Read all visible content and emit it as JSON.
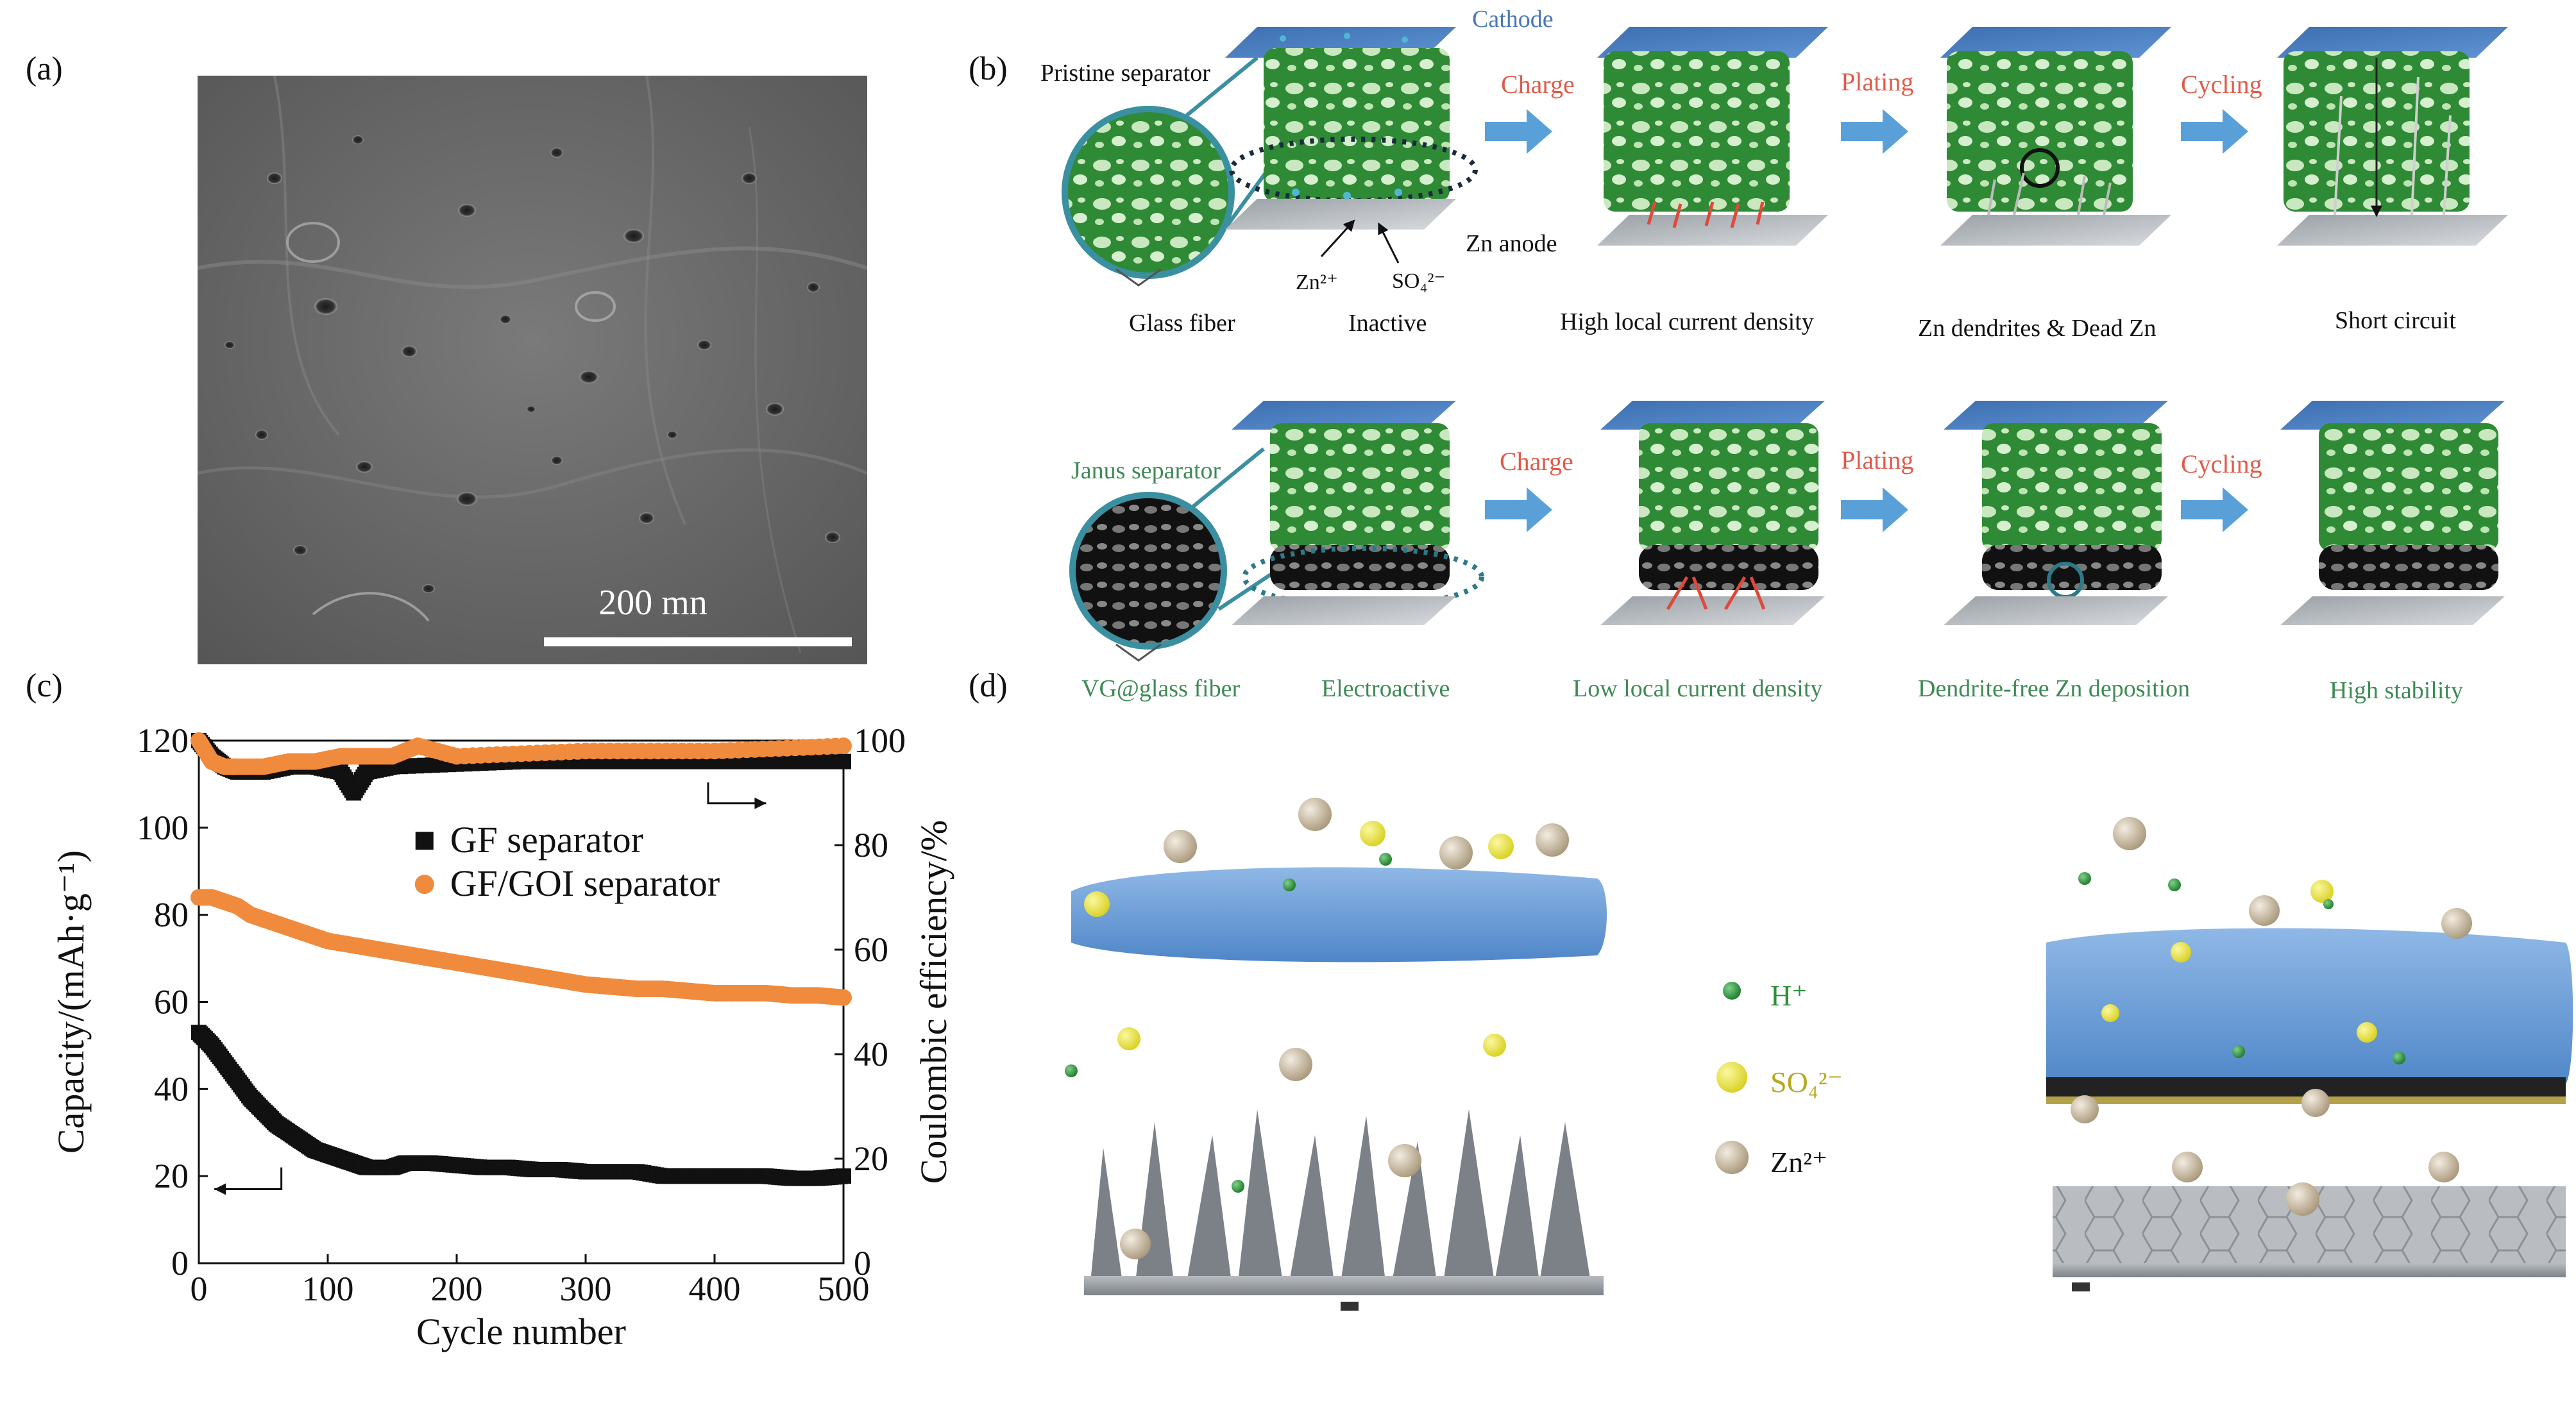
{
  "panel_labels": {
    "a": "(a)",
    "b": "(b)",
    "c": "(c)",
    "d": "(d)"
  },
  "panel_a": {
    "scale_bar": "200 mn"
  },
  "panel_b": {
    "top": {
      "cathode": "Cathode",
      "separator_title": "Pristine separator",
      "fiber_label": "Glass fiber",
      "zn_ion": "Zn²⁺",
      "so4_ion": "SO₄²⁻",
      "zn_anode": "Zn anode",
      "arrows": [
        "Charge",
        "Plating",
        "Cycling"
      ],
      "captions": [
        "Inactive",
        "High local current density",
        "Zn dendrites & Dead Zn",
        "Short circuit"
      ]
    },
    "bottom": {
      "separator_title": "Janus separator",
      "fiber_label": "VG@glass fiber",
      "arrows": [
        "Charge",
        "Plating",
        "Cycling"
      ],
      "captions": [
        "Electroactive",
        "Low local current density",
        "Dendrite-free Zn deposition",
        "High stability"
      ]
    },
    "colors": {
      "green": "#3b9a3f",
      "blue": "#4a78b8",
      "arrow": "#5aa0d8",
      "red_text": "#e05a4a",
      "green_text": "#3e8a55"
    }
  },
  "chart_data": {
    "type": "scatter",
    "xlabel": "Cycle number",
    "ylabel": "Capacity/(mAh·g⁻¹)",
    "y2label": "Coulombic efficiency/%",
    "xlim": [
      0,
      500
    ],
    "ylim": [
      0,
      120
    ],
    "y2lim": [
      0,
      100
    ],
    "xticks": [
      0,
      100,
      200,
      300,
      400,
      500
    ],
    "yticks": [
      0,
      20,
      40,
      60,
      80,
      100,
      120
    ],
    "y2ticks": [
      0,
      20,
      40,
      60,
      80,
      100
    ],
    "legend": [
      "GF separator",
      "GF/GOI separator"
    ],
    "legend_placement": "upper-center",
    "series": [
      {
        "name": "GF separator",
        "axis": "left",
        "marker": "square",
        "color": "#111111",
        "x": [
          0,
          10,
          20,
          30,
          40,
          50,
          60,
          70,
          80,
          90,
          100,
          110,
          120,
          130,
          140,
          150,
          160,
          170,
          180,
          200,
          220,
          240,
          260,
          280,
          300,
          320,
          340,
          360,
          380,
          400,
          420,
          440,
          460,
          480,
          500
        ],
        "y": [
          53,
          50,
          46,
          42,
          38,
          35,
          32,
          30,
          28,
          26,
          25,
          24,
          23,
          22,
          22,
          22,
          23,
          23,
          23,
          22.5,
          22,
          22,
          21.5,
          21.5,
          21,
          21,
          21,
          20,
          20,
          20,
          20,
          20,
          19.5,
          19.5,
          20
        ]
      },
      {
        "name": "GF/GOI separator",
        "axis": "left",
        "marker": "circle",
        "color": "#f08a3c",
        "x": [
          0,
          10,
          20,
          30,
          40,
          50,
          60,
          70,
          80,
          90,
          100,
          120,
          140,
          160,
          180,
          200,
          220,
          240,
          260,
          280,
          300,
          320,
          340,
          360,
          380,
          400,
          420,
          440,
          460,
          480,
          500
        ],
        "y": [
          84,
          84,
          83,
          82,
          80,
          79,
          78,
          77,
          76,
          75,
          74,
          73,
          72,
          71,
          70,
          69,
          68,
          67,
          66,
          65,
          64,
          63.5,
          63,
          63,
          62.5,
          62,
          62,
          62,
          61.5,
          61.5,
          61
        ]
      },
      {
        "name": "GF separator",
        "axis": "right",
        "marker": "square",
        "color": "#111111",
        "x": [
          0,
          10,
          20,
          30,
          50,
          70,
          90,
          110,
          120,
          130,
          150,
          200,
          250,
          300,
          350,
          400,
          450,
          500
        ],
        "y": [
          100,
          97,
          95,
          94,
          94,
          95,
          95,
          94,
          90,
          94,
          95,
          95.5,
          96,
          96,
          96,
          96,
          96,
          96
        ]
      },
      {
        "name": "GF/GOI separator",
        "axis": "right",
        "marker": "circle",
        "color": "#f08a3c",
        "x": [
          0,
          10,
          20,
          30,
          50,
          70,
          90,
          110,
          130,
          150,
          170,
          200,
          250,
          300,
          350,
          400,
          450,
          500
        ],
        "y": [
          100,
          96,
          95,
          95,
          95,
          96,
          96,
          97,
          97,
          97,
          99,
          97,
          97.5,
          98,
          98,
          98,
          98.5,
          99
        ]
      }
    ]
  },
  "panel_d": {
    "legend": [
      "H⁺",
      "SO₄²⁻",
      "Zn²⁺"
    ],
    "colors": {
      "h": "#2f8f3a",
      "so4": "#e8e43a",
      "zn": "#c8b89a",
      "separator": "#6f9fd6",
      "anode": "#8f959c"
    }
  }
}
